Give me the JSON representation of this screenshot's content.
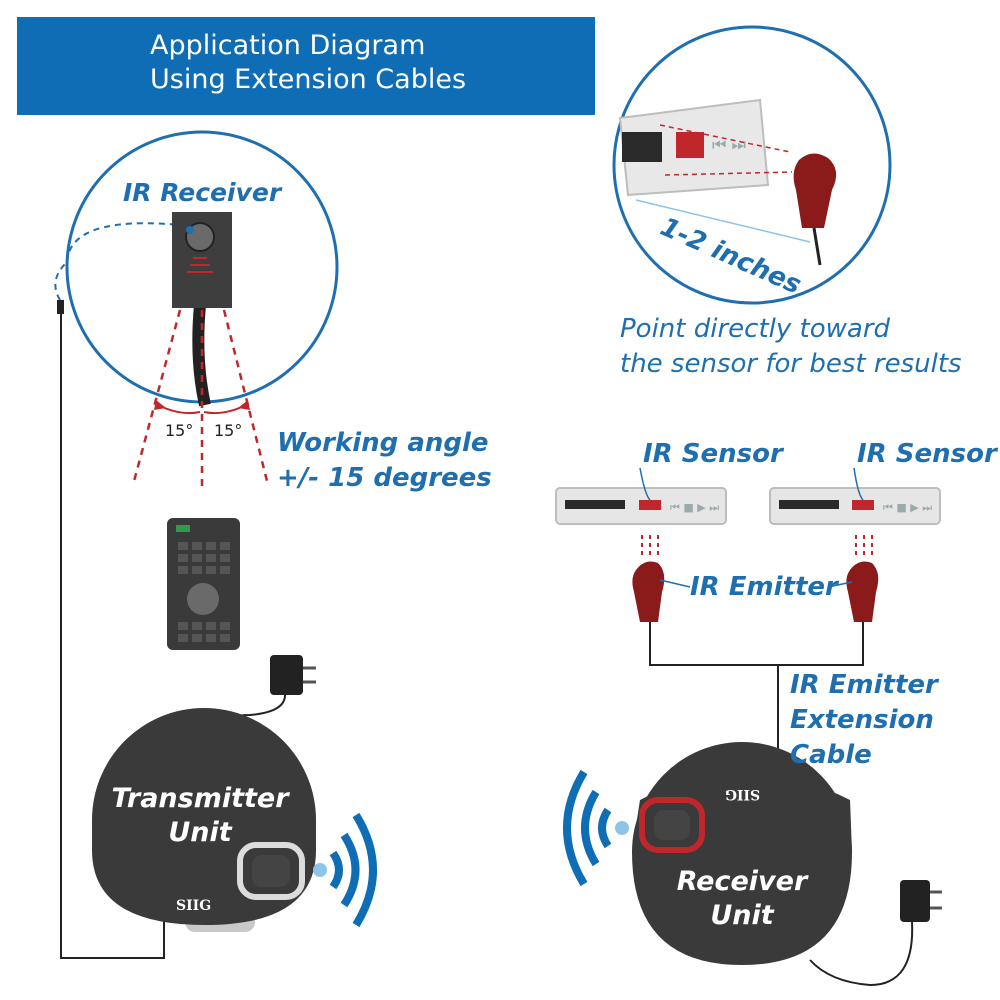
{
  "header": {
    "line1": "Application Diagram",
    "line2": "Using Extension Cables"
  },
  "labels": {
    "ir_receiver": "IR Receiver",
    "angle_left": "15°",
    "angle_right": "15°",
    "working_angle_line1": "Working angle",
    "working_angle_line2": "+/- 15 degrees",
    "distance": "1-2 inches",
    "tip_line1": "Point directly toward",
    "tip_line2": "the sensor for best results",
    "ir_sensor_left": "IR Sensor",
    "ir_sensor_right": "IR Sensor",
    "ir_emitter": "IR Emitter",
    "cable_line1": "IR Emitter",
    "cable_line2": "Extension",
    "cable_line3": "Cable",
    "transmitter_line1": "Transmitter",
    "transmitter_line2": "Unit",
    "receiver_line1": "Receiver",
    "receiver_line2": "Unit",
    "brand": "SIIG"
  },
  "colors": {
    "accent": "#0e6db5",
    "label_blue": "#1f6fb0",
    "unit_body": "#3a3a3a",
    "emitter_red": "#8b1a1a",
    "beam_red": "#c0272d"
  }
}
